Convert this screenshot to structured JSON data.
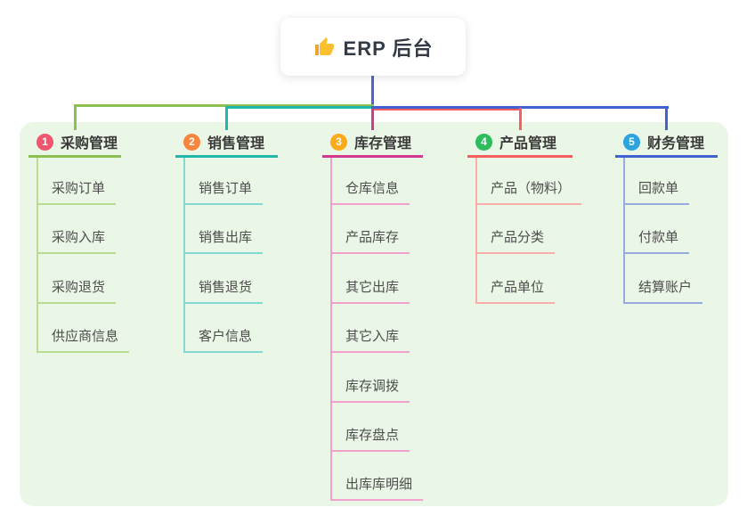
{
  "root": {
    "icon": "thumbs-up-icon",
    "label": "ERP 后台"
  },
  "branches": [
    {
      "badge": "1",
      "label": "采购管理",
      "accent": "#8cc152",
      "light": "#b9dc90",
      "badge_color": "#f0546e",
      "children": [
        "采购订单",
        "采购入库",
        "采购退货",
        "供应商信息"
      ]
    },
    {
      "badge": "2",
      "label": "销售管理",
      "accent": "#22b7ab",
      "light": "#84d9d1",
      "badge_color": "#f8853e",
      "children": [
        "销售订单",
        "销售出库",
        "销售退货",
        "客户信息"
      ]
    },
    {
      "badge": "3",
      "label": "库存管理",
      "accent": "#d23a8d",
      "light": "#f0a2cc",
      "badge_color": "#fbab19",
      "children": [
        "仓库信息",
        "产品库存",
        "其它出库",
        "其它入库",
        "库存调拨",
        "库存盘点",
        "出库库明细"
      ]
    },
    {
      "badge": "4",
      "label": "产品管理",
      "accent": "#f75f5f",
      "light": "#fbadab",
      "badge_color": "#2dbd5c",
      "children": [
        "产品（物料）",
        "产品分类",
        "产品单位"
      ]
    },
    {
      "badge": "5",
      "label": "财务管理",
      "accent": "#4163d0",
      "light": "#97abe2",
      "badge_color": "#2ba3de",
      "children": [
        "回款单",
        "付款单",
        "结算账户"
      ]
    }
  ],
  "colors": {
    "canvas": "#ffffff",
    "panel": "#ebf7e6",
    "root_line": "#4f63ce",
    "root_text": "#333b47",
    "branch_text": "#3a3a3a",
    "child_text": "#4d4d4d",
    "thumb": "#fbc02d",
    "thumb_cuff": "#eda338"
  }
}
